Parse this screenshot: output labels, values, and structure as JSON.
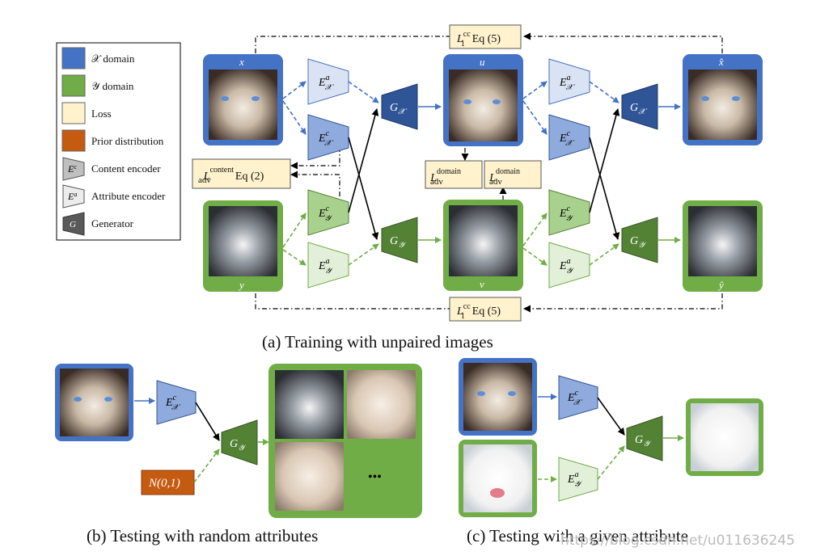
{
  "legend": [
    {
      "swatch": "#4472c4",
      "label": "𝒳 domain"
    },
    {
      "swatch": "#70ad47",
      "label": "𝒴 domain"
    },
    {
      "swatch": "#fff2cc",
      "label": "Loss"
    },
    {
      "swatch": "#c55a11",
      "label": "Prior distribution"
    },
    {
      "shape": "encoder-gray",
      "label": "Content encoder"
    },
    {
      "shape": "encoder-light",
      "label": "Attribute encoder"
    },
    {
      "shape": "generator-dark",
      "label": "Generator"
    }
  ],
  "legend_symbols": {
    "content": "E",
    "content_sup": "c",
    "attribute": "E",
    "attribute_sup": "a",
    "generator": "G"
  },
  "training": {
    "images": {
      "x": "x",
      "u": "u",
      "x_hat": "x̂",
      "y": "y",
      "v": "v",
      "y_hat": "ŷ"
    },
    "losses": {
      "cc_top": {
        "name": "L",
        "sup": "cc",
        "sub": "1",
        "eq": "Eq (5)"
      },
      "cc_bottom": {
        "name": "L",
        "sup": "cc",
        "sub": "1",
        "eq": "Eq (5)"
      },
      "content": {
        "name": "L",
        "sup": "content",
        "sub": "adv",
        "eq": "Eq (2)"
      },
      "domain_left": {
        "name": "L",
        "sup": "domain",
        "sub": "adv"
      },
      "domain_right": {
        "name": "L",
        "sup": "domain",
        "sub": "adv"
      }
    },
    "caption": "(a) Training with unpaired images"
  },
  "modules": {
    "Ea_x": {
      "base": "E",
      "sup": "a",
      "sub": "𝒳"
    },
    "Ec_x": {
      "base": "E",
      "sup": "c",
      "sub": "𝒳"
    },
    "Ec_y": {
      "base": "E",
      "sup": "c",
      "sub": "𝒴"
    },
    "Ea_y": {
      "base": "E",
      "sup": "a",
      "sub": "𝒴"
    },
    "G_x": {
      "base": "G",
      "sub": "𝒳"
    },
    "G_y": {
      "base": "G",
      "sub": "𝒴"
    }
  },
  "testing_random": {
    "prior": "N(0,1)",
    "ellipsis": "•••",
    "caption": "(b) Testing with random attributes"
  },
  "testing_given": {
    "caption": "(c) Testing with a given attribute"
  },
  "watermark": "https://blog.csdn.net/u011636245",
  "colors": {
    "x_domain": "#4472c4",
    "y_domain": "#70ad47",
    "loss": "#fff2cc",
    "prior": "#c55a11",
    "enc_x": "#8faadc",
    "enc_x_light": "#dae3f3",
    "enc_y": "#a9d18e",
    "enc_y_light": "#e2f0d9",
    "gen_x": "#2f5597",
    "gen_y": "#548235"
  }
}
